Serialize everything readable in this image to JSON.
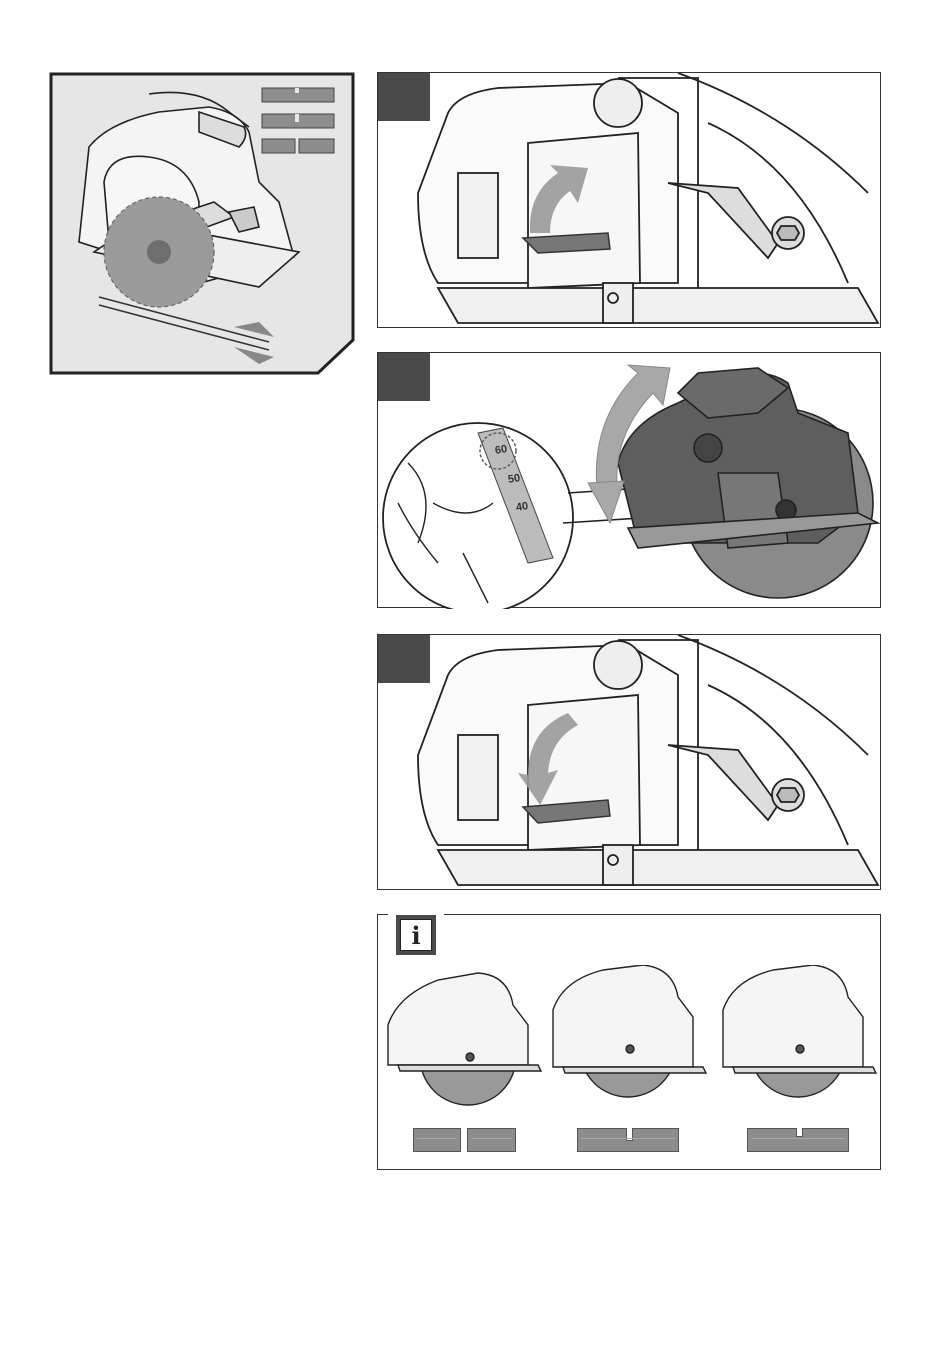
{
  "info_badge": {
    "symbol": "i",
    "icon": "info-icon"
  },
  "bevel_scale": {
    "labels": [
      "60",
      "50",
      "40"
    ]
  },
  "colors": {
    "panel_bg": "#e6e6e6",
    "badge": "#4a4a4a",
    "wood": "#8d8d8d",
    "outline": "#333333"
  }
}
